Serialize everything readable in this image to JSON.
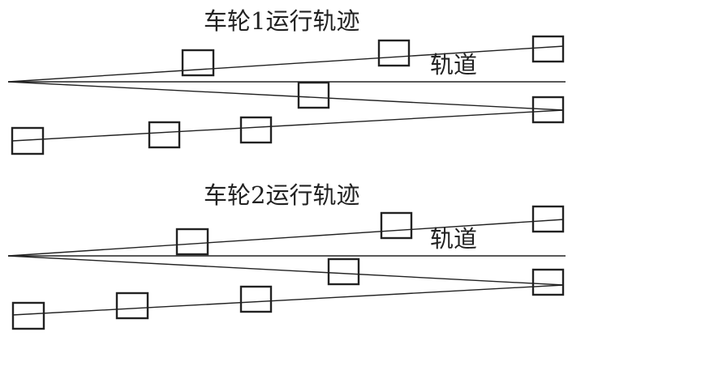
{
  "diagram": {
    "panels": [
      {
        "title": "车轮1运行轨迹",
        "track_label": "轨道"
      },
      {
        "title": "车轮2运行轨迹",
        "track_label": "轨道"
      }
    ],
    "line_color": "#222222",
    "background": "#ffffff"
  }
}
